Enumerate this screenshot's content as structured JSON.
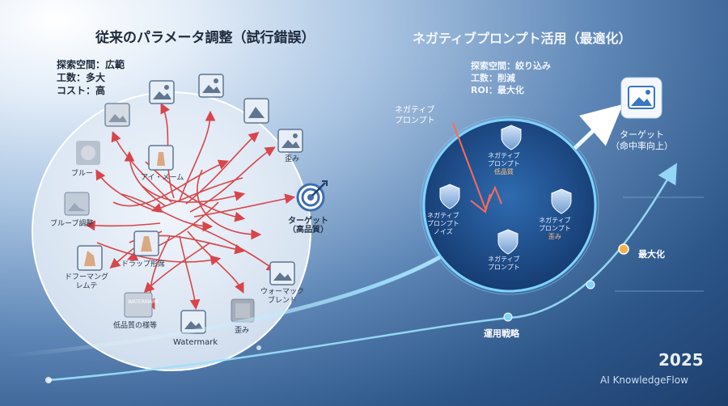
{
  "left": {
    "title": "従来のパラメータ調整（試行錯誤）",
    "meta": [
      "探索空間：広範",
      "工数：多大",
      "コスト：高"
    ],
    "labels": {
      "blur": "ブルー",
      "eye_meme": "アイ・メーム",
      "blur_adjust": "ブルーブ調整",
      "drop_shape": "ドラップ形席",
      "deform": [
        "ドフーマング",
        "レムテ"
      ],
      "low_quality": "低品質の様等",
      "watermark": "Watermark",
      "distort_bottom": "歪み",
      "distort_top": "歪み",
      "watermark_blend": [
        "ウォーマック",
        "ブレンド"
      ],
      "target": [
        "ターゲット",
        "（高品質）"
      ],
      "watermark_stamp": "WATERMARK"
    }
  },
  "right": {
    "title": "ネガティブプロンプト活用（最適化）",
    "meta": [
      "探索空間：絞り込み",
      "工数：削減",
      "ROI：最大化"
    ],
    "neg_label": [
      "ネガティブ",
      "プロンプト"
    ],
    "shields": [
      {
        "lines": [
          "ネガティブ",
          "プロンプト"
        ],
        "extra": "低品質"
      },
      {
        "lines": [
          "ネガティブ",
          "プロンプト"
        ],
        "extra": "ノイズ"
      },
      {
        "lines": [
          "ネガティブ",
          "プロンプト"
        ],
        "extra": "歪み"
      },
      {
        "lines": [
          "ネガティブ",
          "プロンプト"
        ],
        "extra": ""
      }
    ],
    "target": [
      "ターゲット",
      "（命中率向上）"
    ],
    "maximize": "最大化",
    "operations": "運用戦略"
  },
  "footer": {
    "year": "2025",
    "brand": "AI KnowledgeFlow"
  },
  "colors": {
    "arrow_red": "#d8454a",
    "glow": "#7fd3ff",
    "dot_orange": "#f2b24a"
  },
  "icons": [
    "image-icon",
    "target-icon",
    "shield-icon",
    "blur-icon",
    "photo-frame-icon"
  ]
}
